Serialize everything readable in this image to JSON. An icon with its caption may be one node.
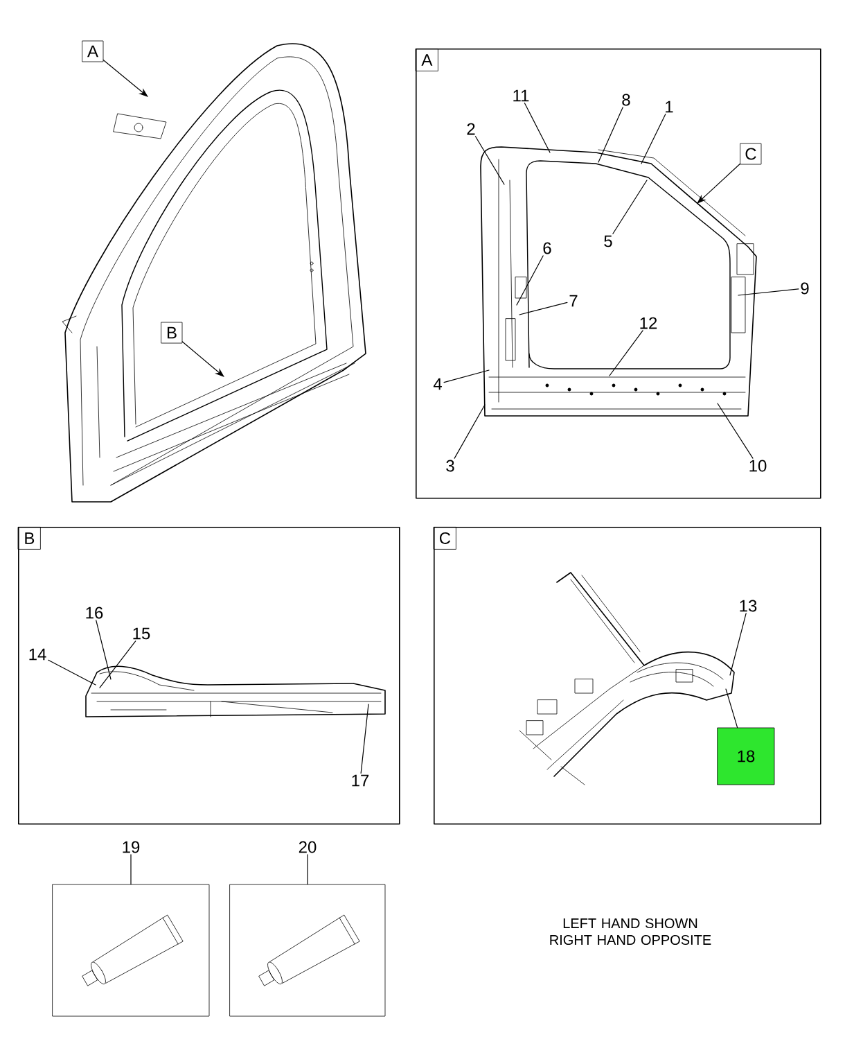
{
  "diagram": {
    "nodes": [
      {
        "text": [
          "A"
        ]
      },
      {
        "text": [
          "B"
        ]
      },
      {
        "text": [
          "A"
        ]
      },
      {
        "text": [
          "11"
        ],
        "in": 2
      },
      {
        "text": [
          "8"
        ],
        "in": 2
      },
      {
        "text": [
          "1"
        ],
        "in": 2
      },
      {
        "text": [
          "2"
        ],
        "in": 2
      },
      {
        "text": [
          "C"
        ],
        "in": 2
      },
      {
        "text": [
          "5"
        ],
        "in": 2
      },
      {
        "text": [
          "6"
        ],
        "in": 2
      },
      {
        "text": [
          "9"
        ],
        "in": 2
      },
      {
        "text": [
          "7"
        ],
        "in": 2
      },
      {
        "text": [
          "12"
        ],
        "in": 2
      },
      {
        "text": [
          "4"
        ],
        "in": 2
      },
      {
        "text": [
          "3"
        ],
        "in": 2
      },
      {
        "text": [
          "10"
        ],
        "in": 2
      },
      {
        "text": [
          "B"
        ]
      },
      {
        "text": [
          "16"
        ],
        "in": 16
      },
      {
        "text": [
          "15"
        ],
        "in": 16
      },
      {
        "text": [
          "14"
        ],
        "in": 16
      },
      {
        "text": [
          "17"
        ],
        "in": 16
      },
      {
        "text": [
          "C"
        ]
      },
      {
        "text": [
          "13"
        ],
        "in": 21
      },
      {
        "text": [
          "18"
        ],
        "in": 21
      },
      {
        "text": [
          "19"
        ]
      },
      {
        "text": [],
        "shape": "picture"
      },
      {
        "text": [
          "20"
        ]
      },
      {
        "text": [],
        "shape": "picture"
      }
    ],
    "edges": [
      {
        "from": 0,
        "to": null,
        "arrow": "to"
      },
      {
        "from": 1,
        "to": null,
        "arrow": "to"
      },
      {
        "from": 3,
        "to": null,
        "arrow": "none"
      },
      {
        "from": 4,
        "to": null,
        "arrow": "none"
      },
      {
        "from": 5,
        "to": null,
        "arrow": "none"
      },
      {
        "from": 6,
        "to": null,
        "arrow": "none"
      },
      {
        "from": 7,
        "to": null,
        "arrow": "to"
      },
      {
        "from": 8,
        "to": null,
        "arrow": "none"
      },
      {
        "from": 9,
        "to": null,
        "arrow": "none"
      },
      {
        "from": 10,
        "to": null,
        "arrow": "none"
      },
      {
        "from": 11,
        "to": null,
        "arrow": "none"
      },
      {
        "from": 12,
        "to": null,
        "arrow": "none"
      },
      {
        "from": 13,
        "to": null,
        "arrow": "none"
      },
      {
        "from": 14,
        "to": null,
        "arrow": "none"
      },
      {
        "from": 15,
        "to": null,
        "arrow": "none"
      },
      {
        "from": 17,
        "to": null,
        "arrow": "none"
      },
      {
        "from": 18,
        "to": null,
        "arrow": "none"
      },
      {
        "from": 19,
        "to": null,
        "arrow": "none"
      },
      {
        "from": 20,
        "to": null,
        "arrow": "none"
      },
      {
        "from": 22,
        "to": null,
        "arrow": "none"
      },
      {
        "from": 23,
        "to": null,
        "arrow": "none"
      },
      {
        "from": 24,
        "to": 25,
        "arrow": "none"
      },
      {
        "from": 26,
        "to": 27,
        "arrow": "none"
      }
    ],
    "labels": [
      "LEFT HAND SHOWN RIGHT HAND OPPOSITE"
    ]
  }
}
